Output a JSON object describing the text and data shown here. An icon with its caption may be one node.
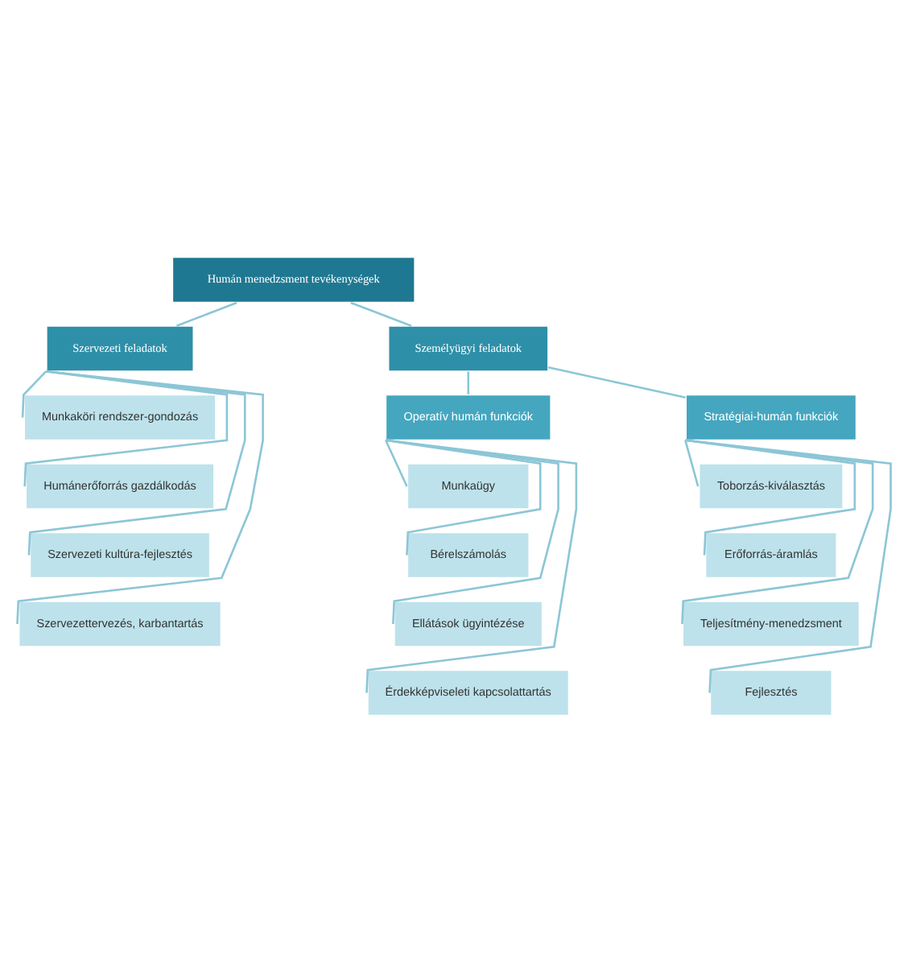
{
  "diagram": {
    "nodes": [
      {
        "text": [
          "Humán menedzsment tevékenységek"
        ]
      },
      {
        "text": [
          "Szervezeti feladatok"
        ]
      },
      {
        "text": [
          "Személyügyi feladatok"
        ]
      },
      {
        "text": [
          "Operatív humán funkciók"
        ]
      },
      {
        "text": [
          "Stratégiai-humán funkciók"
        ]
      },
      {
        "text": [
          "Munkaköri rendszer-gondozás"
        ]
      },
      {
        "text": [
          "Humánerőforrás gazdálkodás"
        ]
      },
      {
        "text": [
          "Szervezeti kultúra-fejlesztés"
        ]
      },
      {
        "text": [
          "Szervezettervezés, karbantartás"
        ]
      },
      {
        "text": [
          "Munkaügy"
        ]
      },
      {
        "text": [
          "Bérelszámolás"
        ]
      },
      {
        "text": [
          "Ellátások ügyintézése"
        ]
      },
      {
        "text": [
          "Érdekképviseleti kapcsolattartás"
        ]
      },
      {
        "text": [
          "Toborzás-kiválasztás"
        ]
      },
      {
        "text": [
          "Erőforrás-áramlás"
        ]
      },
      {
        "text": [
          "Teljesítmény-menedzsment"
        ]
      },
      {
        "text": [
          "Fejlesztés"
        ]
      }
    ],
    "edges": [
      {
        "from": 0,
        "to": 1,
        "arrow": "none"
      },
      {
        "from": 0,
        "to": 2,
        "arrow": "none"
      },
      {
        "from": 2,
        "to": 3,
        "arrow": "none"
      },
      {
        "from": 2,
        "to": 4,
        "arrow": "none"
      },
      {
        "from": 1,
        "to": 5,
        "arrow": "none"
      },
      {
        "from": 1,
        "to": 6,
        "arrow": "none"
      },
      {
        "from": 1,
        "to": 7,
        "arrow": "none"
      },
      {
        "from": 1,
        "to": 8,
        "arrow": "none"
      },
      {
        "from": 3,
        "to": 9,
        "arrow": "none"
      },
      {
        "from": 3,
        "to": 10,
        "arrow": "none"
      },
      {
        "from": 3,
        "to": 11,
        "arrow": "none"
      },
      {
        "from": 3,
        "to": 12,
        "arrow": "none"
      },
      {
        "from": 4,
        "to": 13,
        "arrow": "none"
      },
      {
        "from": 4,
        "to": 14,
        "arrow": "none"
      },
      {
        "from": 4,
        "to": 15,
        "arrow": "none"
      },
      {
        "from": 4,
        "to": 16,
        "arrow": "none"
      }
    ]
  }
}
